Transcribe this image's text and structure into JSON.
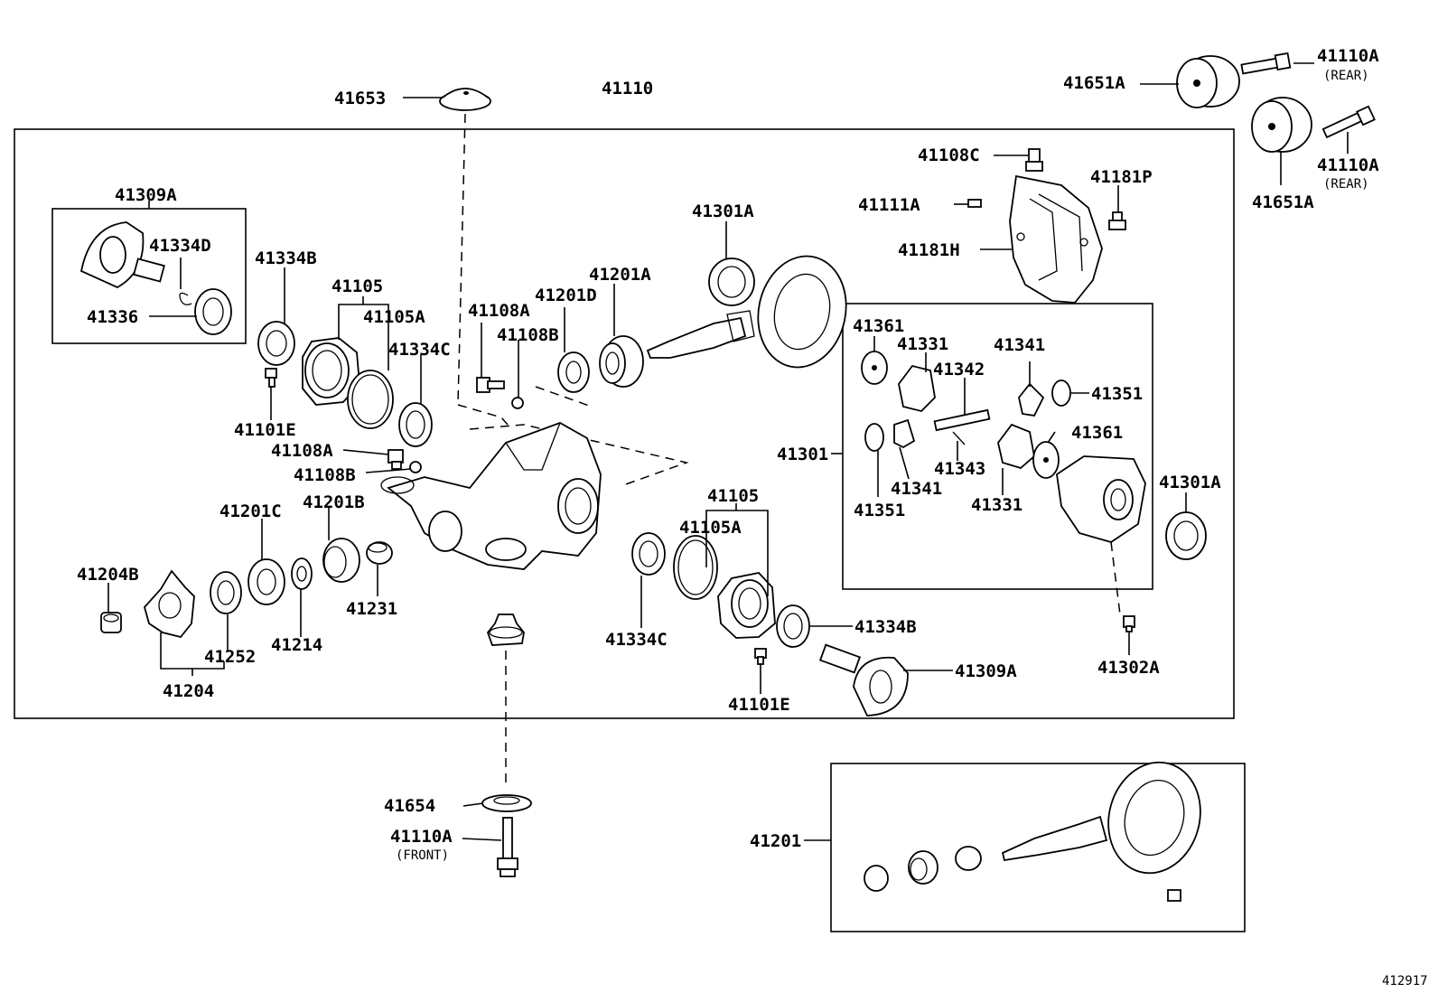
{
  "diagram_id": "412917",
  "title_part": "41110",
  "labels": {
    "l41653": "41653",
    "l41651a_top": "41651A",
    "l41110a_rear1": "41110A",
    "rear1": "(REAR)",
    "l41110a_rear2": "41110A",
    "rear2": "(REAR)",
    "l41651a_right": "41651A",
    "l41108c": "41108C",
    "l41181p": "41181P",
    "l41111a": "41111A",
    "l41181h": "41181H",
    "l41309a_box": "41309A",
    "l41334d": "41334D",
    "l41336": "41336",
    "l41334b_left": "41334B",
    "l41105_left": "41105",
    "l41105a_left": "41105A",
    "l41334c_left": "41334C",
    "l41101e_left": "41101E",
    "l41108a_top": "41108A",
    "l41108b_top": "41108B",
    "l41201d": "41201D",
    "l41201a": "41201A",
    "l41301a_top": "41301A",
    "l41108a_mid": "41108A",
    "l41108b_mid": "41108B",
    "l41201c": "41201C",
    "l41201b": "41201B",
    "l41204b": "41204B",
    "l41231": "41231",
    "l41252": "41252",
    "l41214": "41214",
    "l41204": "41204",
    "l41105_right": "41105",
    "l41105a_right": "41105A",
    "l41334c_right": "41334C",
    "l41334b_right": "41334B",
    "l41309a_right": "41309A",
    "l41101e_right": "41101E",
    "l41361_top": "41361",
    "l41331_top": "41331",
    "l41342": "41342",
    "l41341_top": "41341",
    "l41351_right": "41351",
    "l41361_mid": "41361",
    "l41301": "41301",
    "l41343": "41343",
    "l41341_bot": "41341",
    "l41351_bot": "41351",
    "l41331_bot": "41331",
    "l41301a_right": "41301A",
    "l41302a": "41302A",
    "l41654": "41654",
    "l41110a_front": "41110A",
    "front": "(FRONT)",
    "l41201": "41201"
  }
}
